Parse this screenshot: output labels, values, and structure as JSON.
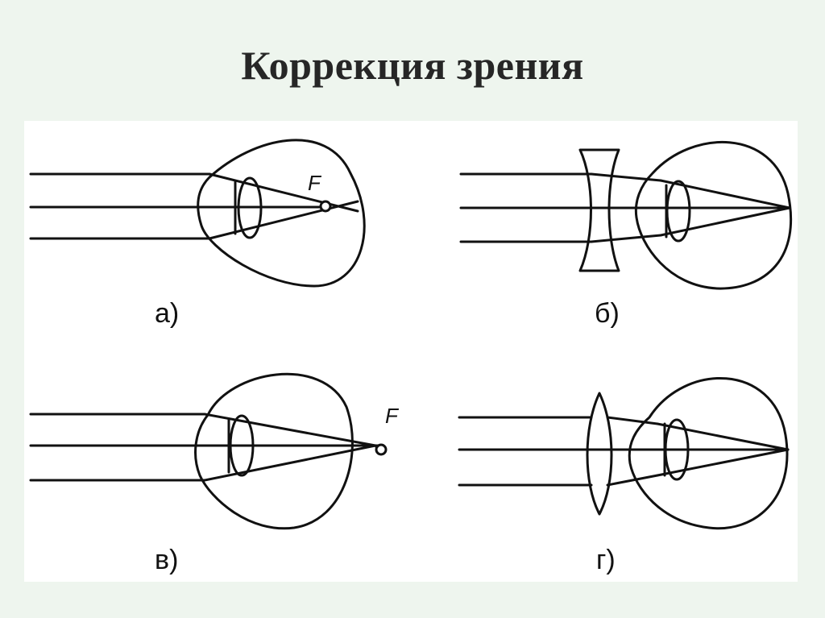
{
  "slide": {
    "title": "Коррекция зрения"
  },
  "diagram": {
    "panels": [
      {
        "id": "a",
        "label": "а)",
        "focus_label": "F"
      },
      {
        "id": "b",
        "label": "б)"
      },
      {
        "id": "v",
        "label": "в)",
        "focus_label": "F"
      },
      {
        "id": "g",
        "label": "г)"
      }
    ]
  }
}
